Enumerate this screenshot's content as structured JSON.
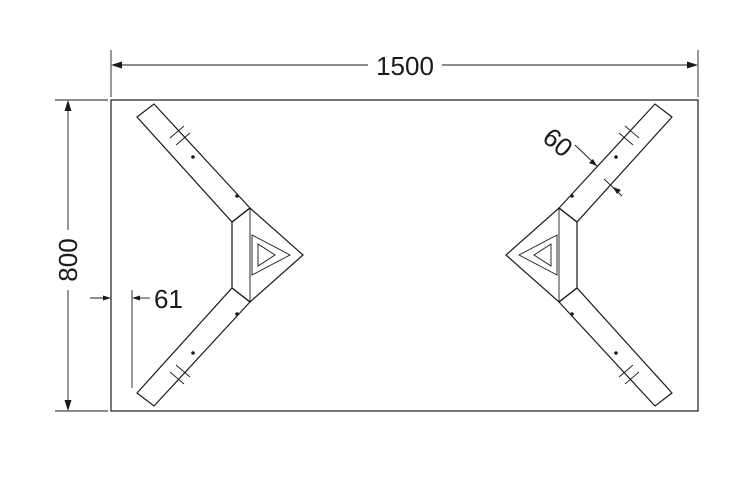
{
  "dimensions": {
    "width_label": "1500",
    "height_label": "800",
    "leg_width_label": "60",
    "offset_label": "61"
  }
}
